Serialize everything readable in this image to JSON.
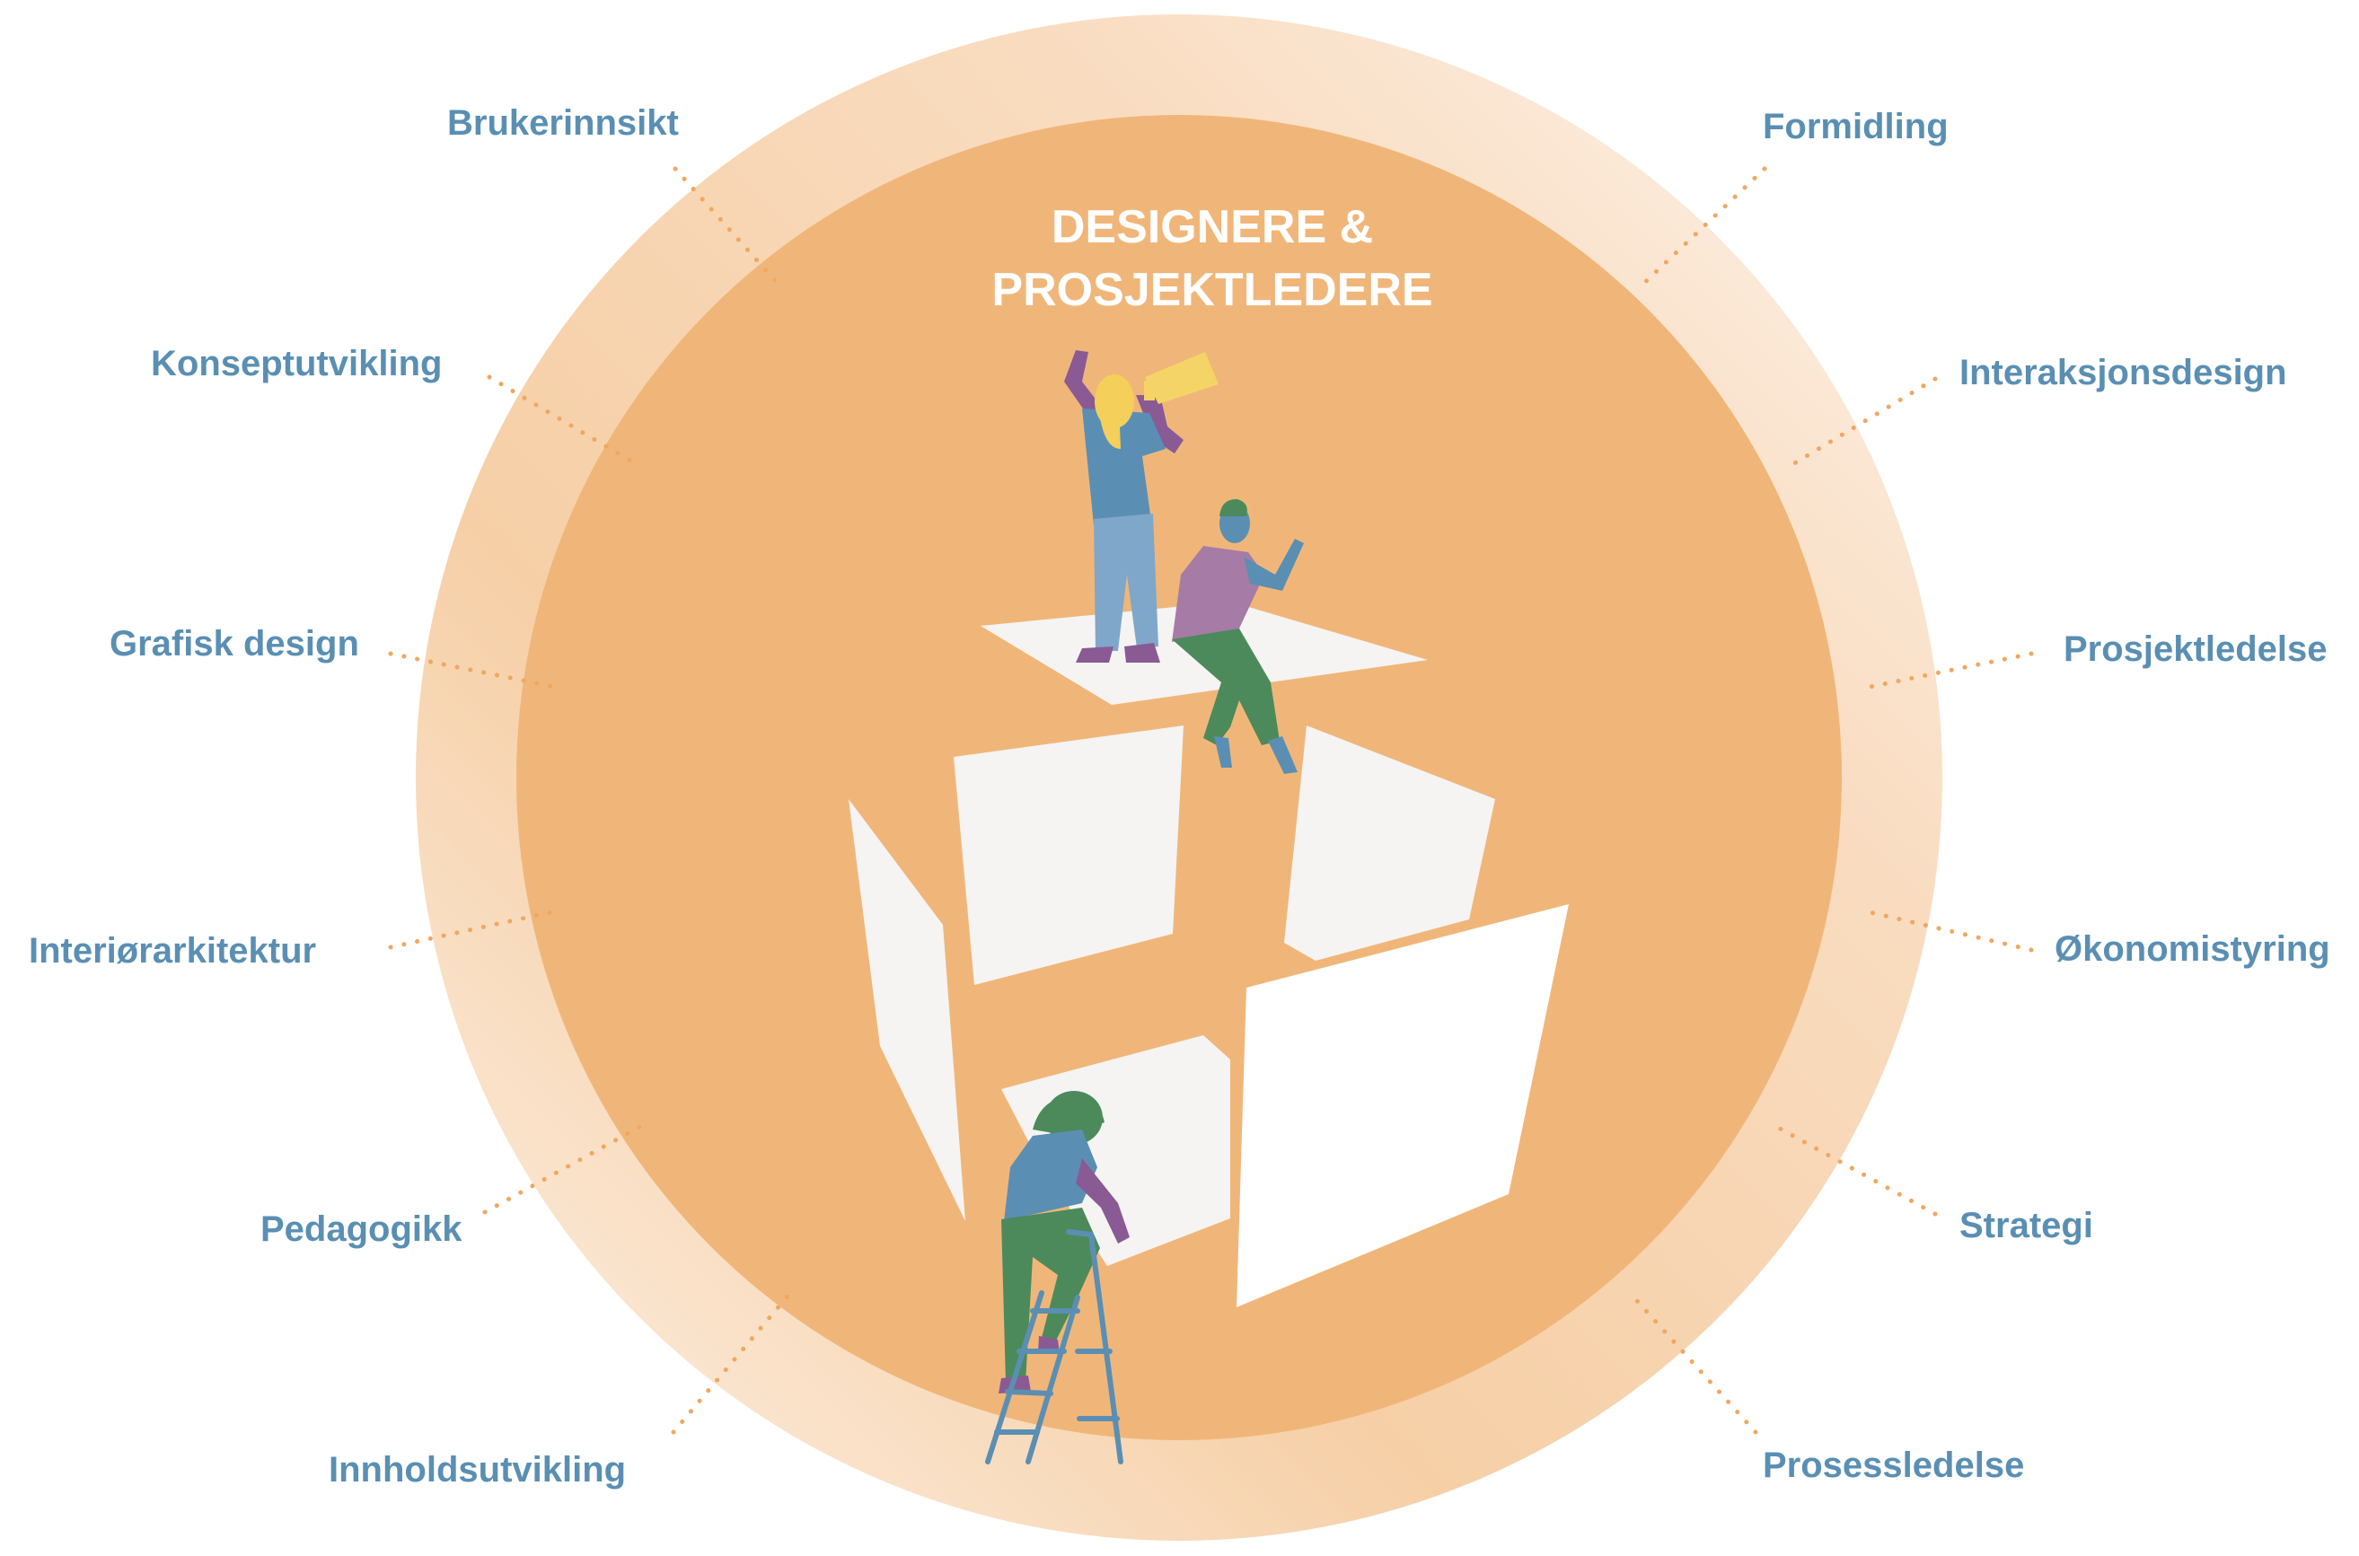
{
  "title": {
    "line1": "DESIGNERE &",
    "line2": "PROSJEKTLEDERE"
  },
  "skills": {
    "left": [
      "Brukerinnsikt",
      "Konseptutvikling",
      "Grafisk design",
      "Interiørarkitektur",
      "Pedagogikk",
      "Innholdsutvikling"
    ],
    "right": [
      "Formidling",
      "Interaksjonsdesign",
      "Prosjektledelse",
      "Økonomistyring",
      "Strategi",
      "Prosessledelse"
    ]
  },
  "colors": {
    "inner_circle": "#f0b679",
    "outer_ring": "#f5c99c",
    "label": "#5a8fb3",
    "dots": "#f0a760",
    "panel": "#f5f4f3"
  },
  "icons": [
    "megaphone-icon",
    "ladder-icon"
  ]
}
